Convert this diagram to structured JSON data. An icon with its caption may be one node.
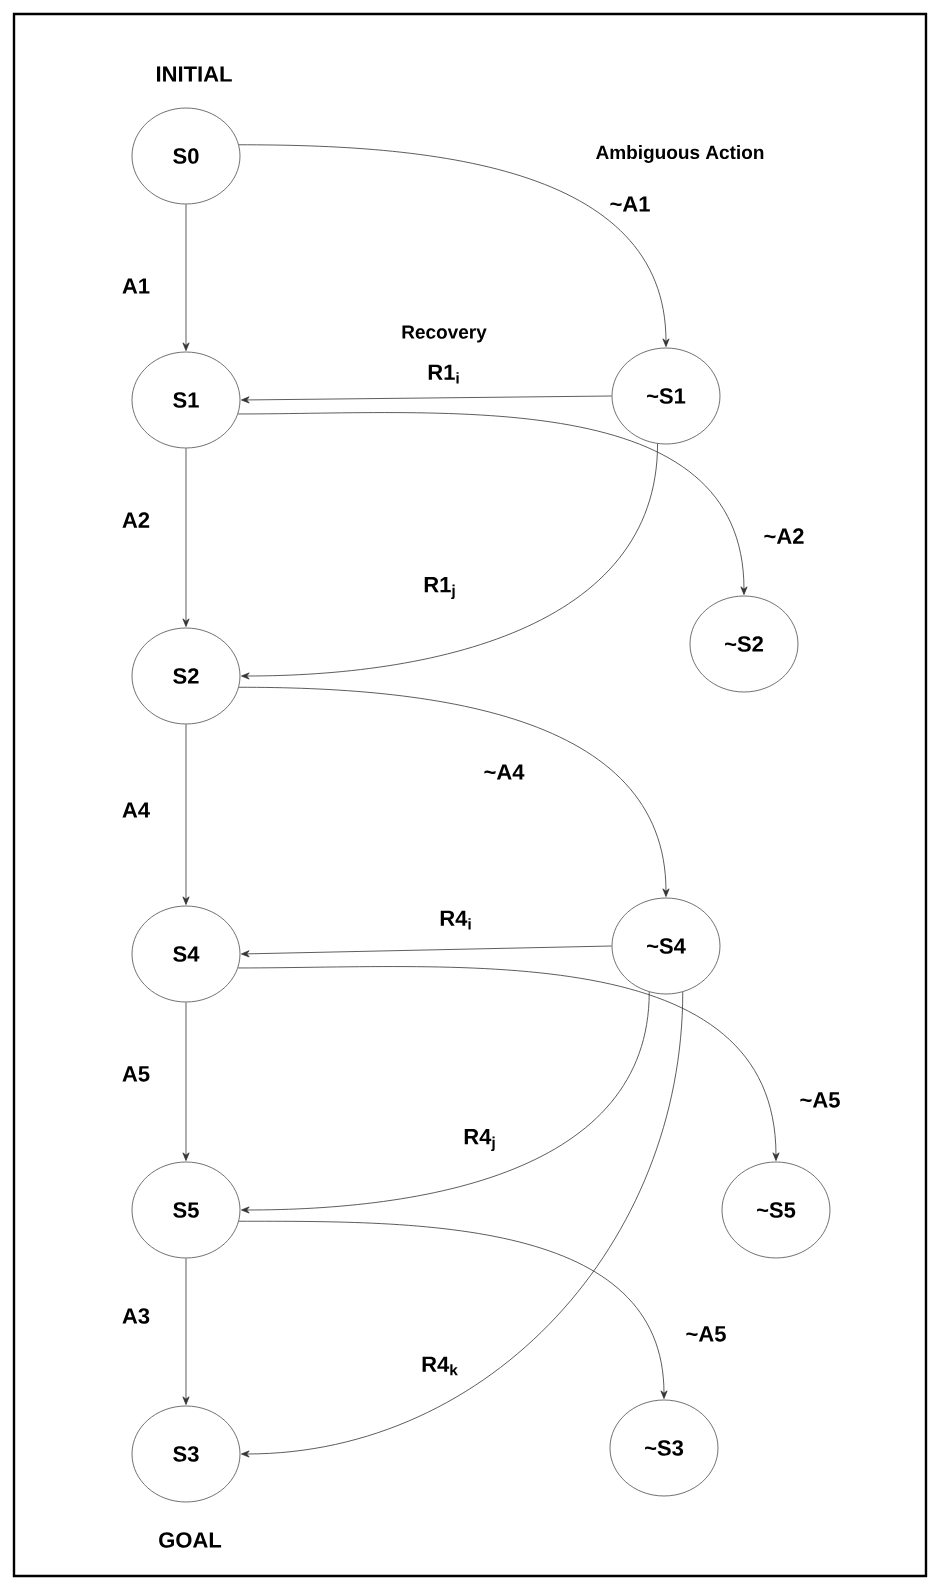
{
  "diagram": {
    "nodes": [
      {
        "text": [
          "S0"
        ],
        "beside": [
          "INITIAL"
        ]
      },
      {
        "text": [
          "S1"
        ]
      },
      {
        "text": [
          "~S1"
        ]
      },
      {
        "text": [
          "~S2"
        ]
      },
      {
        "text": [
          "S2"
        ]
      },
      {
        "text": [
          "S4"
        ]
      },
      {
        "text": [
          "~S4"
        ]
      },
      {
        "text": [
          "S5"
        ]
      },
      {
        "text": [
          "~S5"
        ]
      },
      {
        "text": [
          "S3"
        ],
        "beside": [
          "GOAL"
        ]
      },
      {
        "text": [
          "~S3"
        ]
      }
    ],
    "edges": [
      {
        "from": 0,
        "to": 1,
        "arrow": "to",
        "label": "A1"
      },
      {
        "from": 0,
        "to": 2,
        "arrow": "to",
        "label": "~A1"
      },
      {
        "from": 2,
        "to": 1,
        "arrow": "to",
        "label": "R1$_{i}$"
      },
      {
        "from": 1,
        "to": 3,
        "arrow": "to",
        "label": "~A2"
      },
      {
        "from": 2,
        "to": 4,
        "arrow": "to",
        "label": "R1$_{j}$"
      },
      {
        "from": 1,
        "to": 4,
        "arrow": "to",
        "label": "A2"
      },
      {
        "from": 4,
        "to": 5,
        "arrow": "to",
        "label": "A4"
      },
      {
        "from": 4,
        "to": 6,
        "arrow": "to",
        "label": "~A4"
      },
      {
        "from": 6,
        "to": 5,
        "arrow": "to",
        "label": "R4$_{i}$"
      },
      {
        "from": 5,
        "to": 8,
        "arrow": "to",
        "label": "~A5"
      },
      {
        "from": 6,
        "to": 7,
        "arrow": "to",
        "label": "R4$_{j}$"
      },
      {
        "from": 6,
        "to": 9,
        "arrow": "to",
        "label": "R4$_{k}$"
      },
      {
        "from": 5,
        "to": 7,
        "arrow": "to",
        "label": "A5"
      },
      {
        "from": 7,
        "to": 10,
        "arrow": "to",
        "label": "~A5"
      },
      {
        "from": 7,
        "to": 9,
        "arrow": "to",
        "label": "A3"
      }
    ],
    "labels": [
      "Ambiguous Action",
      "Recovery"
    ]
  }
}
